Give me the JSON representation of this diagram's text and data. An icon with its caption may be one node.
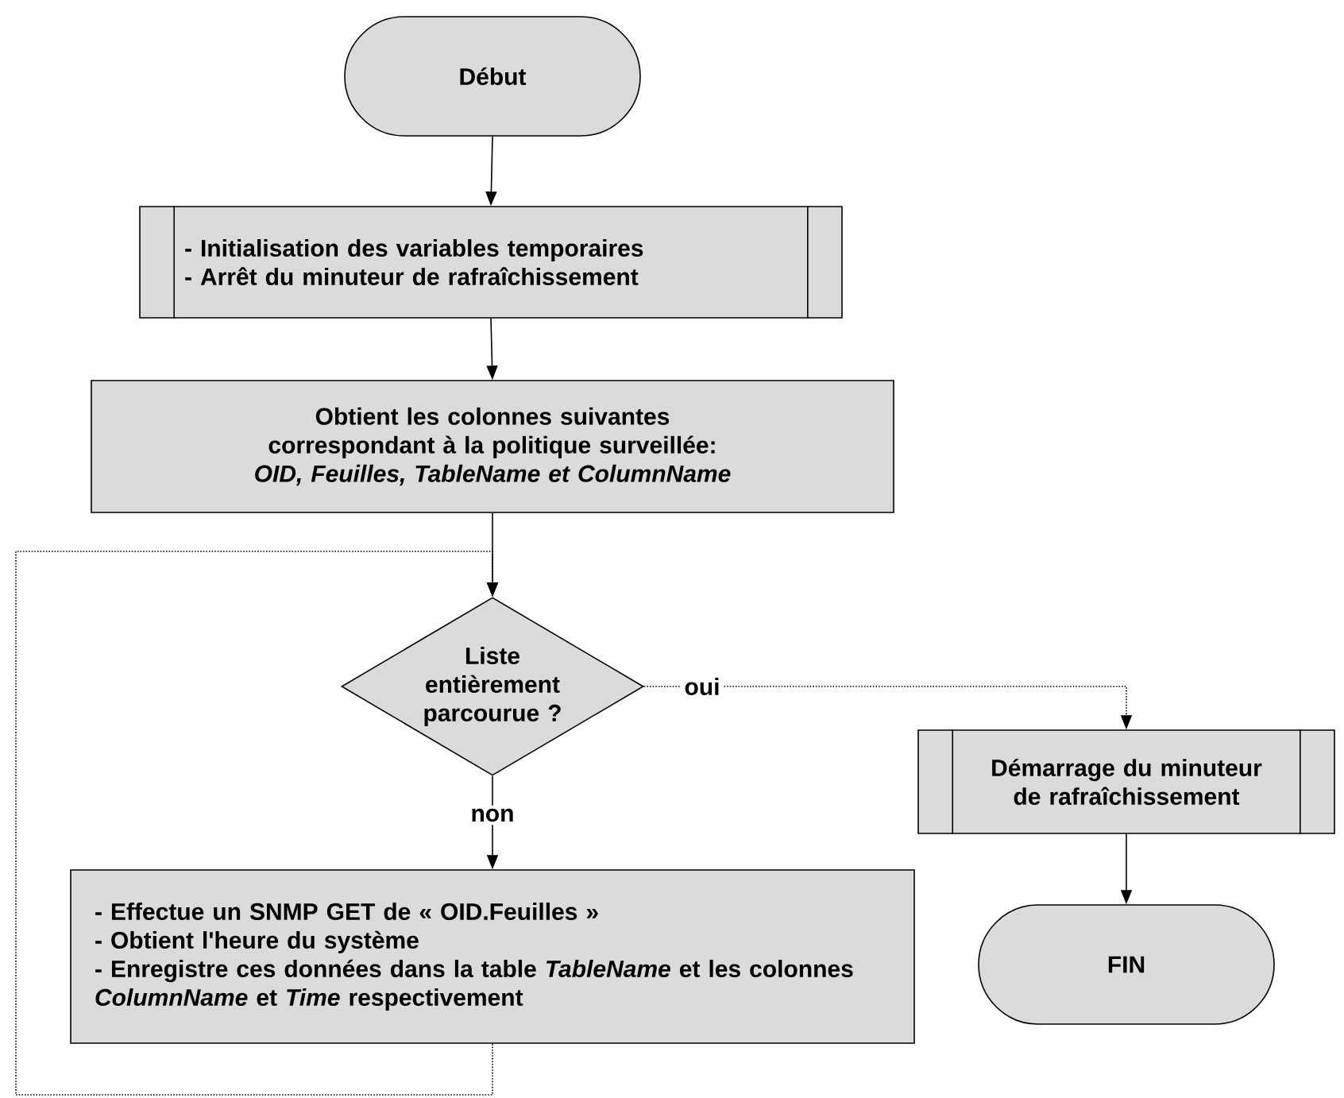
{
  "diagram": {
    "nodes": [
      {
        "text": [
          "Début"
        ]
      },
      {
        "text": [
          "- Initialisation des variables temporaires",
          "- Arrêt du minuteur de rafraîchissement"
        ]
      },
      {
        "text": [
          "Obtient les colonnes suivantes correspondant à la politique surveillée:",
          "OID, Feuilles, TableName et ColumnName"
        ]
      },
      {
        "text": [
          "Liste entièrement parcourue ?"
        ]
      },
      {
        "text": [
          "Démarrage du minuteur de rafraîchissement"
        ]
      },
      {
        "text": [
          "- Effectue un SNMP GET de « OID.Feuilles »",
          "- Obtient l'heure du système",
          "- Enregistre ces données dans la table *TableName* et les colonnes *ColumnName* et *Time* respectivement"
        ]
      },
      {
        "text": [
          "FIN"
        ]
      }
    ],
    "edges": [
      {
        "from": 0,
        "to": 1,
        "arrow": "to"
      },
      {
        "from": 1,
        "to": 2,
        "arrow": "to"
      },
      {
        "from": 2,
        "to": 3,
        "arrow": "to"
      },
      {
        "from": 3,
        "to": 4,
        "arrow": "to",
        "label": "oui",
        "style": "dashed"
      },
      {
        "from": 3,
        "to": 5,
        "arrow": "to",
        "label": "non"
      },
      {
        "from": 4,
        "to": 6,
        "arrow": "to"
      },
      {
        "from": 5,
        "to": 3,
        "arrow": "to",
        "style": "dashed"
      }
    ]
  }
}
